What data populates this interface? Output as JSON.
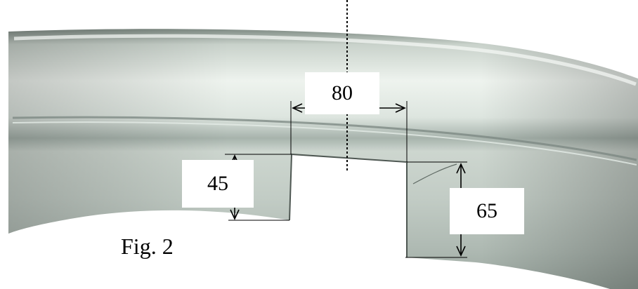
{
  "figure": {
    "caption": "Fig. 2",
    "colors": {
      "metal_light": "#e9efea",
      "metal_mid": "#b9c4bd",
      "metal_dark": "#7d8983",
      "ink": "#000000"
    },
    "dimensions": [
      {
        "id": "width",
        "value": "80"
      },
      {
        "id": "left-depth",
        "value": "45"
      },
      {
        "id": "right-depth",
        "value": "65"
      }
    ]
  }
}
